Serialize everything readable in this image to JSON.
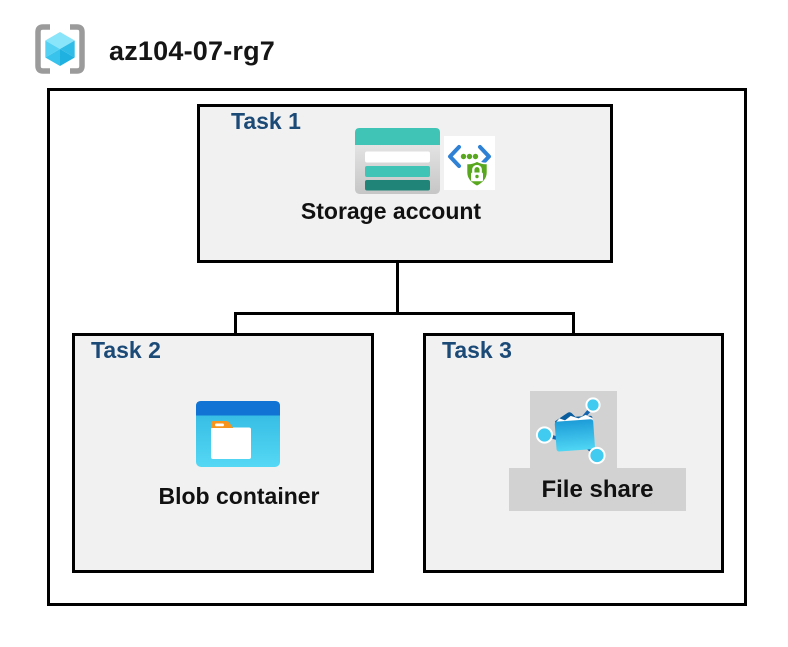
{
  "header": {
    "title": "az104-07-rg7",
    "icon": "resource-group-icon"
  },
  "diagram": {
    "type": "azure-architecture-diagram",
    "tasks": [
      {
        "label": "Task 1",
        "resource": "Storage account",
        "icons": [
          "storage-account-icon",
          "sas-security-icon"
        ]
      },
      {
        "label": "Task 2",
        "resource": "Blob container",
        "icons": [
          "blob-container-icon"
        ]
      },
      {
        "label": "Task 3",
        "resource": "File share",
        "icons": [
          "file-share-icon"
        ],
        "highlighted": true
      }
    ],
    "connections": [
      {
        "from": "Storage account",
        "to": "Blob container"
      },
      {
        "from": "Storage account",
        "to": "File share"
      }
    ],
    "colors": {
      "task_label": "#1b4a77",
      "box_fill": "#f1f1f1",
      "box_border": "#000000",
      "connector": "#000000",
      "selection_gray": "#d2d2d2",
      "storage_teal": "#3fc4b5",
      "storage_teal_dark": "#218478",
      "blob_header_blue": "#1173d4",
      "blob_cyan": "#3cc6e8",
      "folder_tab_orange": "#f7941e",
      "sas_green": "#58a71f",
      "sas_bracket_blue": "#2e81d4",
      "cube_cyan": "#52d0f2",
      "bracket_gray": "#9b9b9b"
    }
  }
}
